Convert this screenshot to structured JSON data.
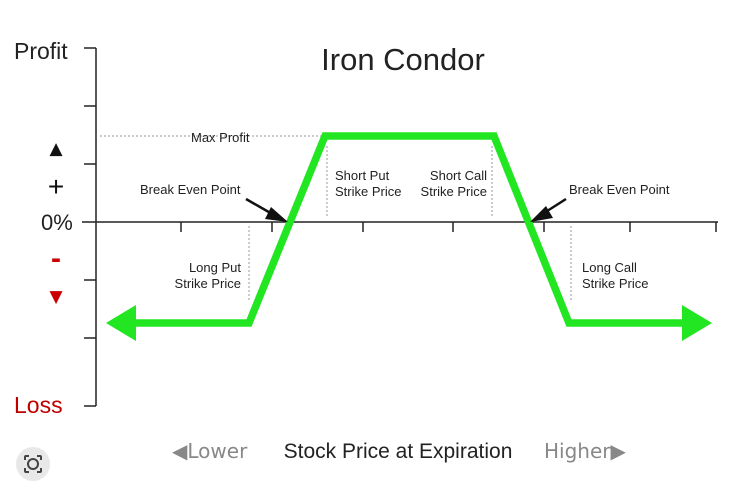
{
  "diagram": {
    "title": "Iron Condor",
    "y_axis": {
      "top_label": "Profit",
      "bottom_label": "Loss",
      "zero_label": "0%",
      "plus_sign": "+",
      "minus_sign": "-",
      "up_arrow": "▲",
      "down_arrow": "▼"
    },
    "x_axis": {
      "label": "Stock Price at Expiration",
      "lower_label": "◀Lower",
      "higher_label": "Higher▶"
    },
    "annotations": {
      "max_profit": "Max Profit",
      "break_even_left": "Break Even Point",
      "break_even_right": "Break Even Point",
      "short_put": [
        "Short Put",
        "Strike Price"
      ],
      "short_call": [
        "Short Call",
        "Strike Price"
      ],
      "long_put": [
        "Long Put",
        "Strike Price"
      ],
      "long_call": [
        "Long Call",
        "Strike Price"
      ]
    },
    "colors": {
      "payoff_line": "#22e622",
      "axis": "#222222",
      "loss_text": "#c00000",
      "minus_marker": "#cc0000",
      "secondary_text": "#888888",
      "dotted_guides": "#999999"
    }
  },
  "ui": {
    "lens_icon": "search-lens-icon"
  }
}
